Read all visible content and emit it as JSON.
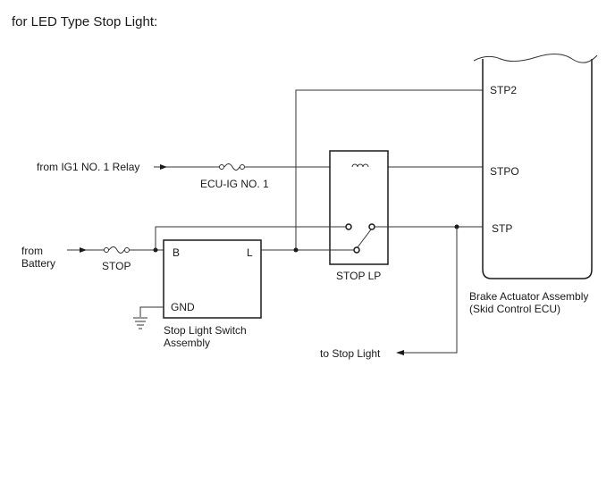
{
  "title": "for LED Type Stop Light:",
  "sources": {
    "ig1_relay": "from IG1 NO. 1 Relay",
    "battery_line1": "from",
    "battery_line2": "Battery"
  },
  "fuses": {
    "ecu_ig": "ECU-IG NO. 1",
    "stop": "STOP"
  },
  "switch_assembly": {
    "terminal_b": "B",
    "terminal_l": "L",
    "terminal_gnd": "GND",
    "name_line1": "Stop Light Switch",
    "name_line2": "Assembly"
  },
  "relay": {
    "name": "STOP LP"
  },
  "ecu": {
    "terminals": {
      "stp2": "STP2",
      "stpo": "STPO",
      "stp": "STP"
    },
    "name_line1": "Brake Actuator Assembly",
    "name_line2": "(Skid Control ECU)"
  },
  "outputs": {
    "stop_light": "to Stop Light"
  }
}
